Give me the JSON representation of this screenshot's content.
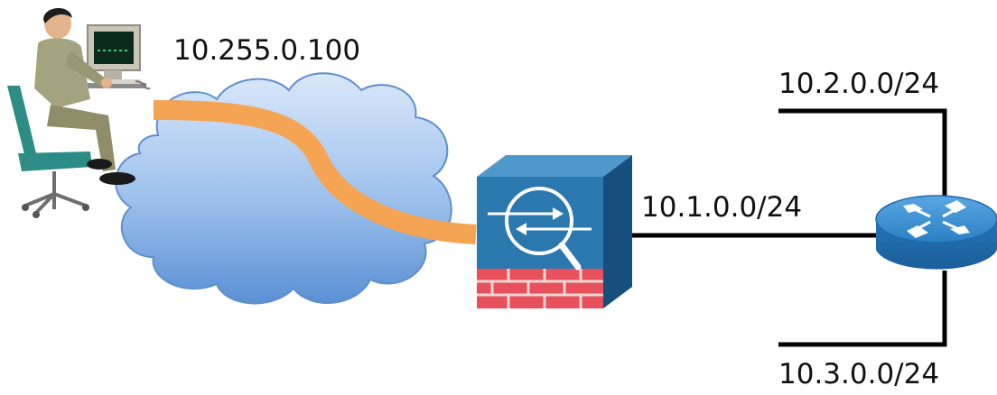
{
  "labels": {
    "remote_ip": "10.255.0.100",
    "inside_net": "10.1.0.0/24",
    "net_upper": "10.2.0.0/24",
    "net_lower": "10.3.0.0/24"
  },
  "icons": {
    "remote_user": "remote-user-workstation-icon",
    "cloud": "internet-cloud-icon",
    "firewall": "firewall-appliance-icon",
    "router": "router-icon"
  },
  "colors": {
    "tunnel": "#F5A453",
    "cloud_fill_top": "#CFE2F8",
    "cloud_fill_bottom": "#5E93D6",
    "firewall_blue": "#2A78AE",
    "firewall_brick": "#E8505B",
    "router_blue": "#2C80C6",
    "line": "#000000"
  }
}
